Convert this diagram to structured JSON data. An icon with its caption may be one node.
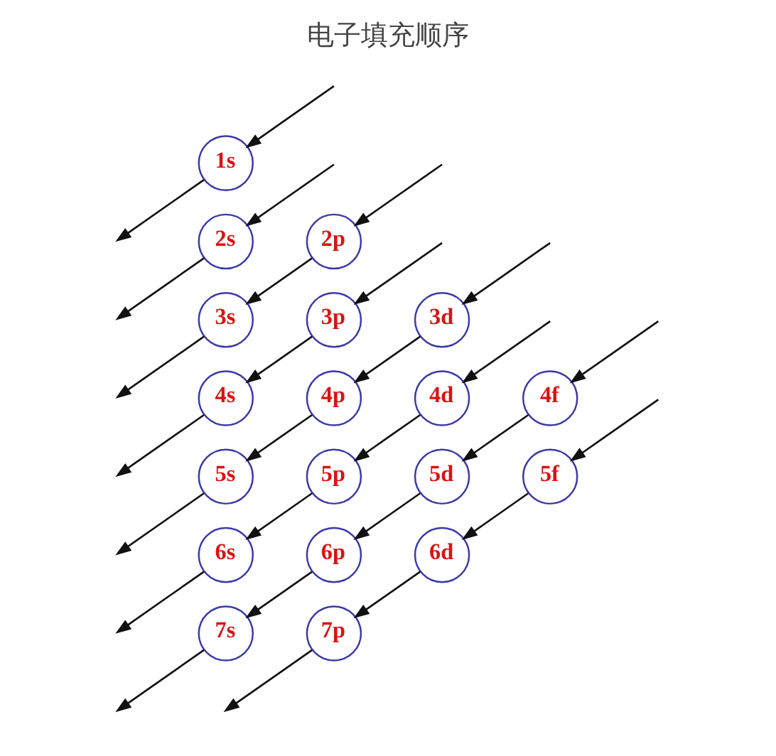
{
  "diagram": {
    "title": "电子填充顺序",
    "nodes": [
      {
        "text": [
          "1s"
        ]
      },
      {
        "text": [
          "2s"
        ]
      },
      {
        "text": [
          "2p"
        ]
      },
      {
        "text": [
          "3s"
        ]
      },
      {
        "text": [
          "3p"
        ]
      },
      {
        "text": [
          "3d"
        ]
      },
      {
        "text": [
          "4s"
        ]
      },
      {
        "text": [
          "4p"
        ]
      },
      {
        "text": [
          "4d"
        ]
      },
      {
        "text": [
          "4f"
        ]
      },
      {
        "text": [
          "5s"
        ]
      },
      {
        "text": [
          "5p"
        ]
      },
      {
        "text": [
          "5d"
        ]
      },
      {
        "text": [
          "5f"
        ]
      },
      {
        "text": [
          "6s"
        ]
      },
      {
        "text": [
          "6p"
        ]
      },
      {
        "text": [
          "6d"
        ]
      },
      {
        "text": [
          "7s"
        ]
      },
      {
        "text": [
          "7p"
        ]
      }
    ],
    "edges": [
      {
        "from": 0,
        "to": null,
        "arrow": "to"
      },
      {
        "from": null,
        "to": 0,
        "arrow": "to"
      },
      {
        "from": 1,
        "to": null,
        "arrow": "to"
      },
      {
        "from": null,
        "to": 1,
        "arrow": "to"
      },
      {
        "from": null,
        "to": 2,
        "arrow": "to"
      },
      {
        "from": 2,
        "to": 3,
        "arrow": "to"
      },
      {
        "from": 3,
        "to": null,
        "arrow": "to"
      },
      {
        "from": null,
        "to": 4,
        "arrow": "to"
      },
      {
        "from": 4,
        "to": 6,
        "arrow": "to"
      },
      {
        "from": 6,
        "to": null,
        "arrow": "to"
      },
      {
        "from": null,
        "to": 5,
        "arrow": "to"
      },
      {
        "from": 5,
        "to": 7,
        "arrow": "to"
      },
      {
        "from": 7,
        "to": 10,
        "arrow": "to"
      },
      {
        "from": 10,
        "to": null,
        "arrow": "to"
      },
      {
        "from": null,
        "to": 8,
        "arrow": "to"
      },
      {
        "from": 8,
        "to": 11,
        "arrow": "to"
      },
      {
        "from": 11,
        "to": 14,
        "arrow": "to"
      },
      {
        "from": 14,
        "to": null,
        "arrow": "to"
      },
      {
        "from": null,
        "to": 9,
        "arrow": "to"
      },
      {
        "from": 9,
        "to": 12,
        "arrow": "to"
      },
      {
        "from": 12,
        "to": 15,
        "arrow": "to"
      },
      {
        "from": 15,
        "to": 17,
        "arrow": "to"
      },
      {
        "from": 17,
        "to": null,
        "arrow": "to"
      },
      {
        "from": null,
        "to": 13,
        "arrow": "to"
      },
      {
        "from": 13,
        "to": 16,
        "arrow": "to"
      },
      {
        "from": 16,
        "to": 18,
        "arrow": "to"
      },
      {
        "from": 18,
        "to": null,
        "arrow": "to"
      }
    ]
  }
}
